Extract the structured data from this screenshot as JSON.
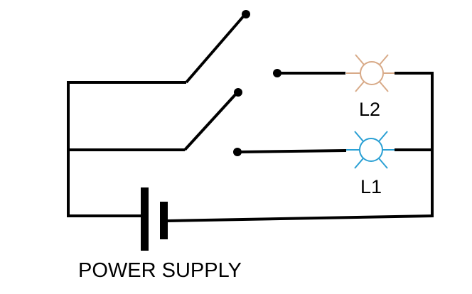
{
  "labels": {
    "lamp_top": "L2",
    "lamp_bottom": "L1",
    "power_supply": "POWER SUPPLY"
  },
  "colors": {
    "wire": "#000000",
    "lamp_l2": "#d8aa88",
    "lamp_l1": "#2ba0d4",
    "background": "#ffffff"
  },
  "icons": {
    "lamp": "lamp-icon",
    "battery": "battery-icon",
    "switch": "switch-icon"
  }
}
